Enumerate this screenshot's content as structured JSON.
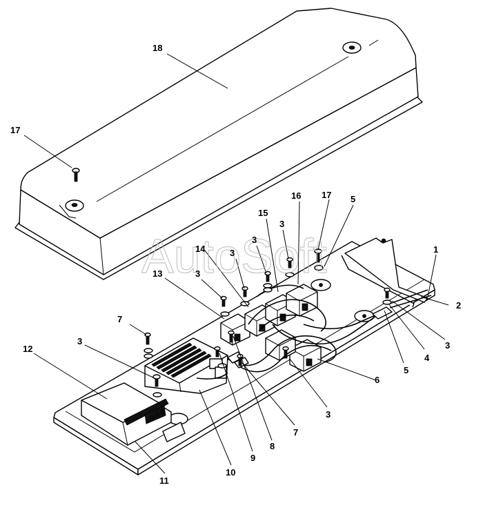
{
  "watermark": "AutoSoft",
  "callouts": [
    {
      "id": "c18",
      "text": "18"
    },
    {
      "id": "c17a",
      "text": "17"
    },
    {
      "id": "c16",
      "text": "16"
    },
    {
      "id": "c17b",
      "text": "17"
    },
    {
      "id": "c5a",
      "text": "5"
    },
    {
      "id": "c15",
      "text": "15"
    },
    {
      "id": "c3a",
      "text": "3"
    },
    {
      "id": "c3b",
      "text": "3"
    },
    {
      "id": "c14",
      "text": "14"
    },
    {
      "id": "c3c",
      "text": "3"
    },
    {
      "id": "c13",
      "text": "13"
    },
    {
      "id": "c3d",
      "text": "3"
    },
    {
      "id": "c1",
      "text": "1"
    },
    {
      "id": "c2",
      "text": "2"
    },
    {
      "id": "c7a",
      "text": "7"
    },
    {
      "id": "c3e",
      "text": "3"
    },
    {
      "id": "c4",
      "text": "4"
    },
    {
      "id": "c5b",
      "text": "5"
    },
    {
      "id": "c12",
      "text": "12"
    },
    {
      "id": "c3f",
      "text": "3"
    },
    {
      "id": "c6",
      "text": "6"
    },
    {
      "id": "c3g",
      "text": "3"
    },
    {
      "id": "c7b",
      "text": "7"
    },
    {
      "id": "c8",
      "text": "8"
    },
    {
      "id": "c9",
      "text": "9"
    },
    {
      "id": "c10",
      "text": "10"
    },
    {
      "id": "c11",
      "text": "11"
    }
  ]
}
